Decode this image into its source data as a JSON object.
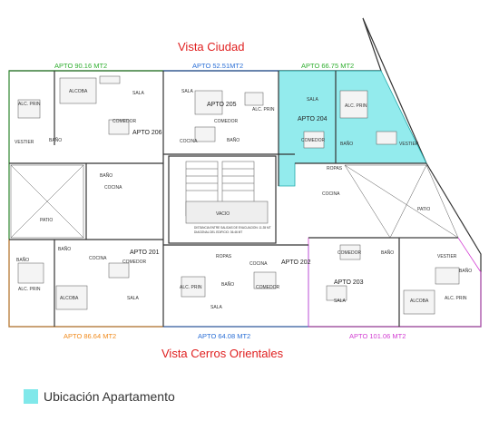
{
  "views": {
    "top": "Vista Ciudad",
    "bottom": "Vista Cerros Orientales"
  },
  "legend": {
    "label": "Ubicación Apartamento",
    "color": "#80e8ea"
  },
  "areas": {
    "a206": "APTO  90.16 MT2",
    "a205": "APTO  52.51MT2",
    "a204": "APTO  66.75 MT2",
    "a201": "APTO  86.64 MT2",
    "a202": "APTO  64.08 MT2",
    "a203": "APTO  101.06  MT2"
  },
  "area_colors": {
    "a206": "#2fae2f",
    "a205": "#2b6fd6",
    "a204": "#2fae2f",
    "a201": "#f08a1c",
    "a202": "#2b6fd6",
    "a203": "#d23cd2"
  },
  "apartments": {
    "a206": "APTO 206",
    "a205": "APTO 205",
    "a204": "APTO 204",
    "a201": "APTO 201",
    "a202": "APTO 202",
    "a203": "APTO 203"
  },
  "rooms": {
    "alcoba": "ALCOBA",
    "alc_prin": "ALC. PRIN",
    "sala": "SALA",
    "comedor": "COMEDOR",
    "bano": "BAÑO",
    "cocina": "COCINA",
    "ropas": "ROPAS",
    "vestier": "VESTIER",
    "patio": "PATIO",
    "vacio": "VACIO"
  },
  "notes": {
    "evac": "DISTANCIA ENTRE SALIDAS DE EVACUACION: 11.35 MT",
    "diag": "DIAGONAL DEL EDIFICIO: 36.46 MT"
  }
}
